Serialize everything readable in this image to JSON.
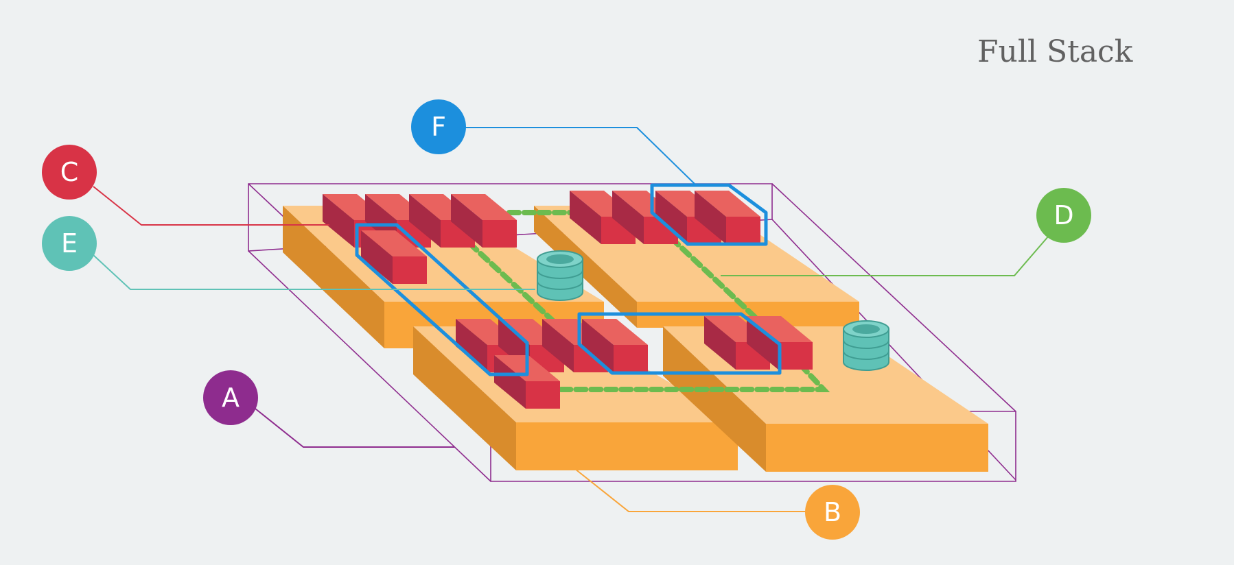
{
  "title": "Full Stack",
  "colors": {
    "background": "#eef1f2",
    "A": "#8e2c8e",
    "B": "#f9a53a",
    "C": "#d83346",
    "D": "#6cbb4f",
    "E": "#5fc2b6",
    "F": "#1c8fdd"
  },
  "markers": [
    {
      "id": "A",
      "label": "A"
    },
    {
      "id": "B",
      "label": "B"
    },
    {
      "id": "C",
      "label": "C"
    },
    {
      "id": "D",
      "label": "D"
    },
    {
      "id": "E",
      "label": "E"
    },
    {
      "id": "F",
      "label": "F"
    }
  ]
}
